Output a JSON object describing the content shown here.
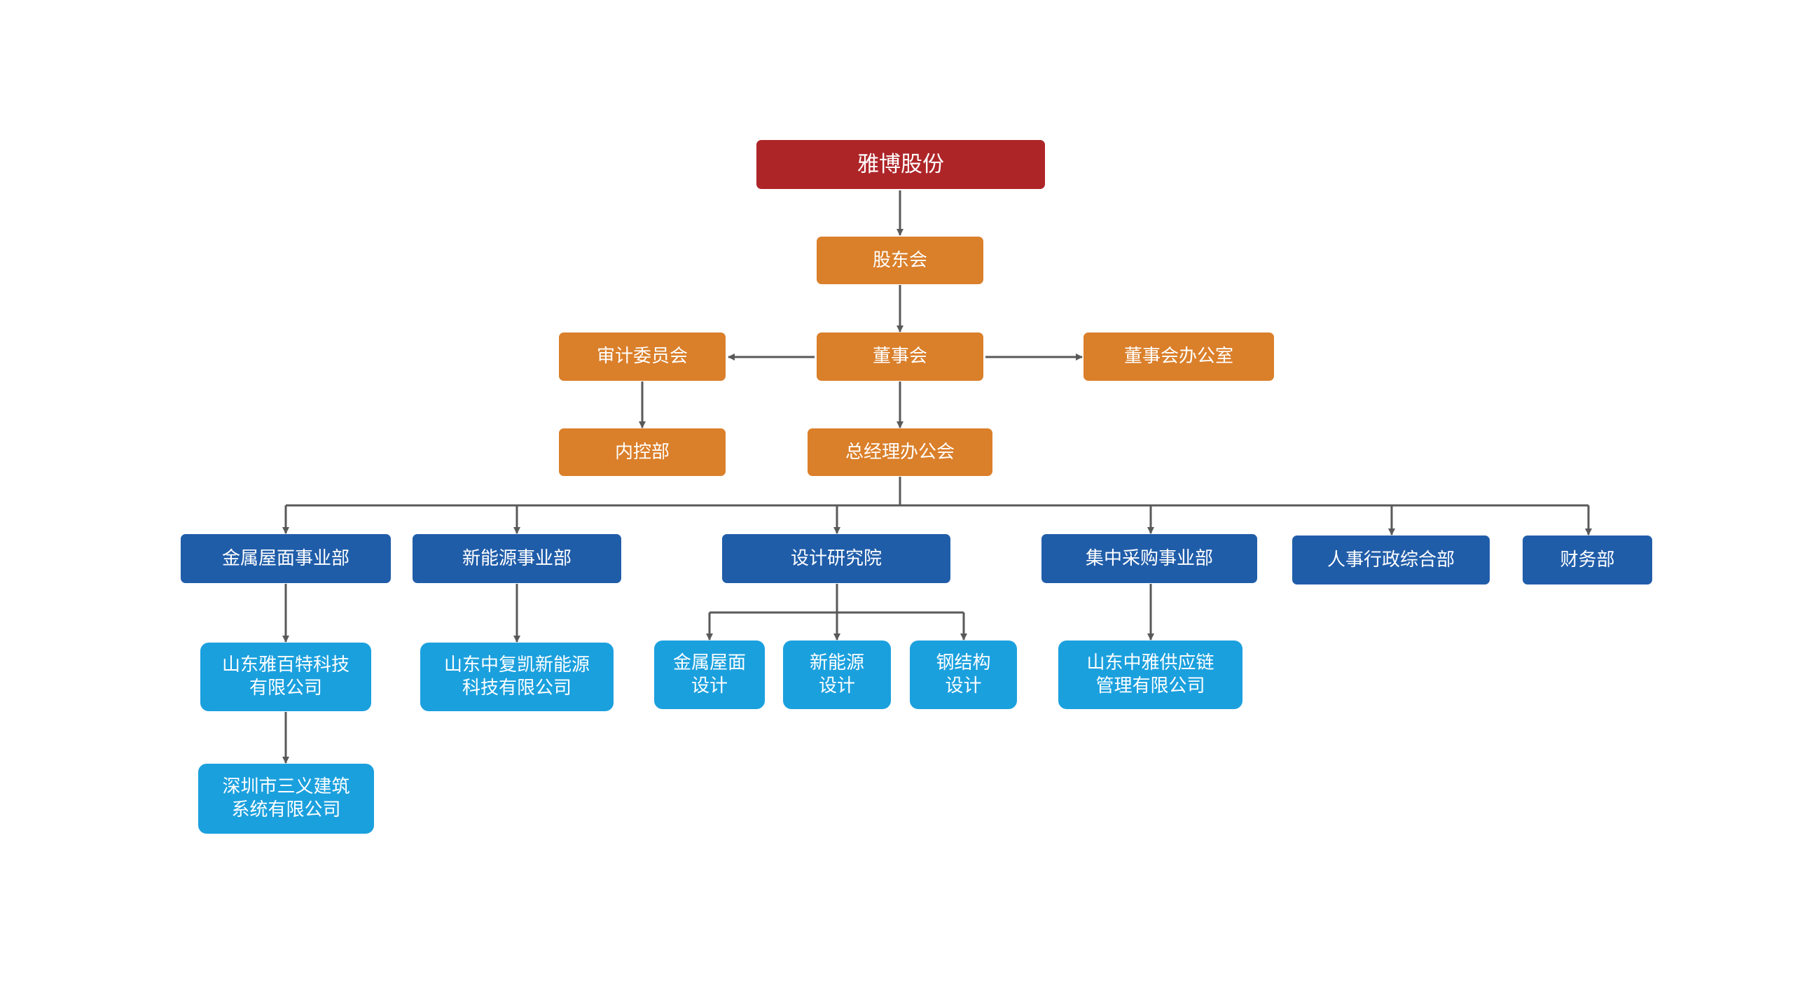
{
  "colors": {
    "root": "#ae2528",
    "governance": "#da7f2a",
    "department": "#205da9",
    "subsidiary": "#1ba0de",
    "connector": "#595959",
    "text": "#ffffff",
    "background": "#ffffff"
  },
  "nodes": {
    "root": "雅博股份",
    "shareholders": "股东会",
    "board": "董事会",
    "audit_committee": "审计委员会",
    "board_office": "董事会办公室",
    "internal_control": "内控部",
    "gm_office": "总经理办公会",
    "metal_roof_division": "金属屋面事业部",
    "new_energy_division": "新能源事业部",
    "design_institute": "设计研究院",
    "procurement_division": "集中采购事业部",
    "hr_admin": "人事行政综合部",
    "finance": "财务部",
    "shandong_yabaite": "山东雅百特科技\n有限公司",
    "shenzhen_sanyi": "深圳市三义建筑\n系统有限公司",
    "shandong_zhongfu": "山东中复凯新能源\n科技有限公司",
    "design_metal_roof": "金属屋面\n设计",
    "design_new_energy": "新能源\n设计",
    "design_steel": "钢结构\n设计",
    "shandong_zhongya": "山东中雅供应链\n管理有限公司"
  }
}
